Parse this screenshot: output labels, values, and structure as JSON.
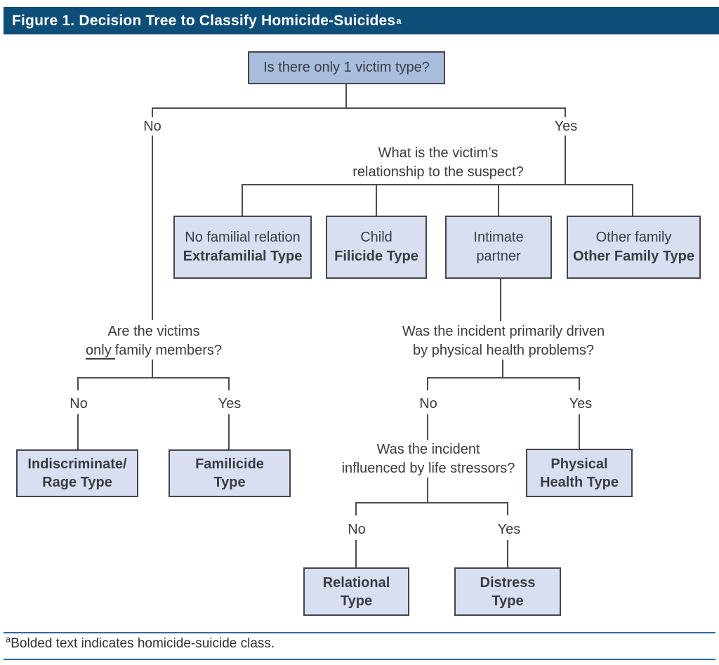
{
  "colors": {
    "header_bg": "#0d4e78",
    "header_text": "#ffffff",
    "diagram_text": "#393c42",
    "line": "#4c4c4c",
    "box_border": "#44454b",
    "root_box_fill": "#a9bddd",
    "type_box_fill": "#d8dff0",
    "footer_rule": "#2e6b9e",
    "page_bg": "#ffffff"
  },
  "header": {
    "title": "Figure 1. Decision Tree to Classify Homicide-Suicides",
    "superscript": "a"
  },
  "tree": {
    "root": {
      "question": "Is there only 1 victim type?",
      "no": "No",
      "yes": "Yes"
    },
    "relationship": {
      "line1": "What is the victim’s",
      "line2": "relationship to the suspect?"
    },
    "only_family": {
      "line1": "Are the victims",
      "underlined": "only",
      "line2_rest": "family members?",
      "no": "No",
      "yes": "Yes"
    },
    "physical_health_q": {
      "line1": "Was the incident primarily driven",
      "line2": "by physical health problems?",
      "no": "No",
      "yes": "Yes"
    },
    "life_stressors_q": {
      "line1": "Was the incident",
      "line2": "influenced by life stressors?",
      "no": "No",
      "yes": "Yes"
    },
    "boxes": {
      "extrafamilial": {
        "label": "No familial relation",
        "type": "Extrafamilial Type"
      },
      "filicide": {
        "label": "Child",
        "type": "Filicide Type"
      },
      "intimate": {
        "label_line1": "Intimate",
        "label_line2": "partner"
      },
      "other_family": {
        "label": "Other family",
        "type": "Other Family Type"
      },
      "indiscriminate": {
        "type_line1": "Indiscriminate/",
        "type_line2": "Rage Type"
      },
      "familicide": {
        "type_line1": "Familicide",
        "type_line2": "Type"
      },
      "physical_health": {
        "type_line1": "Physical",
        "type_line2": "Health Type"
      },
      "relational": {
        "type_line1": "Relational",
        "type_line2": "Type"
      },
      "distress": {
        "type_line1": "Distress",
        "type_line2": "Type"
      }
    }
  },
  "footnote": {
    "superscript": "a",
    "text": "Bolded text indicates homicide-suicide class."
  }
}
